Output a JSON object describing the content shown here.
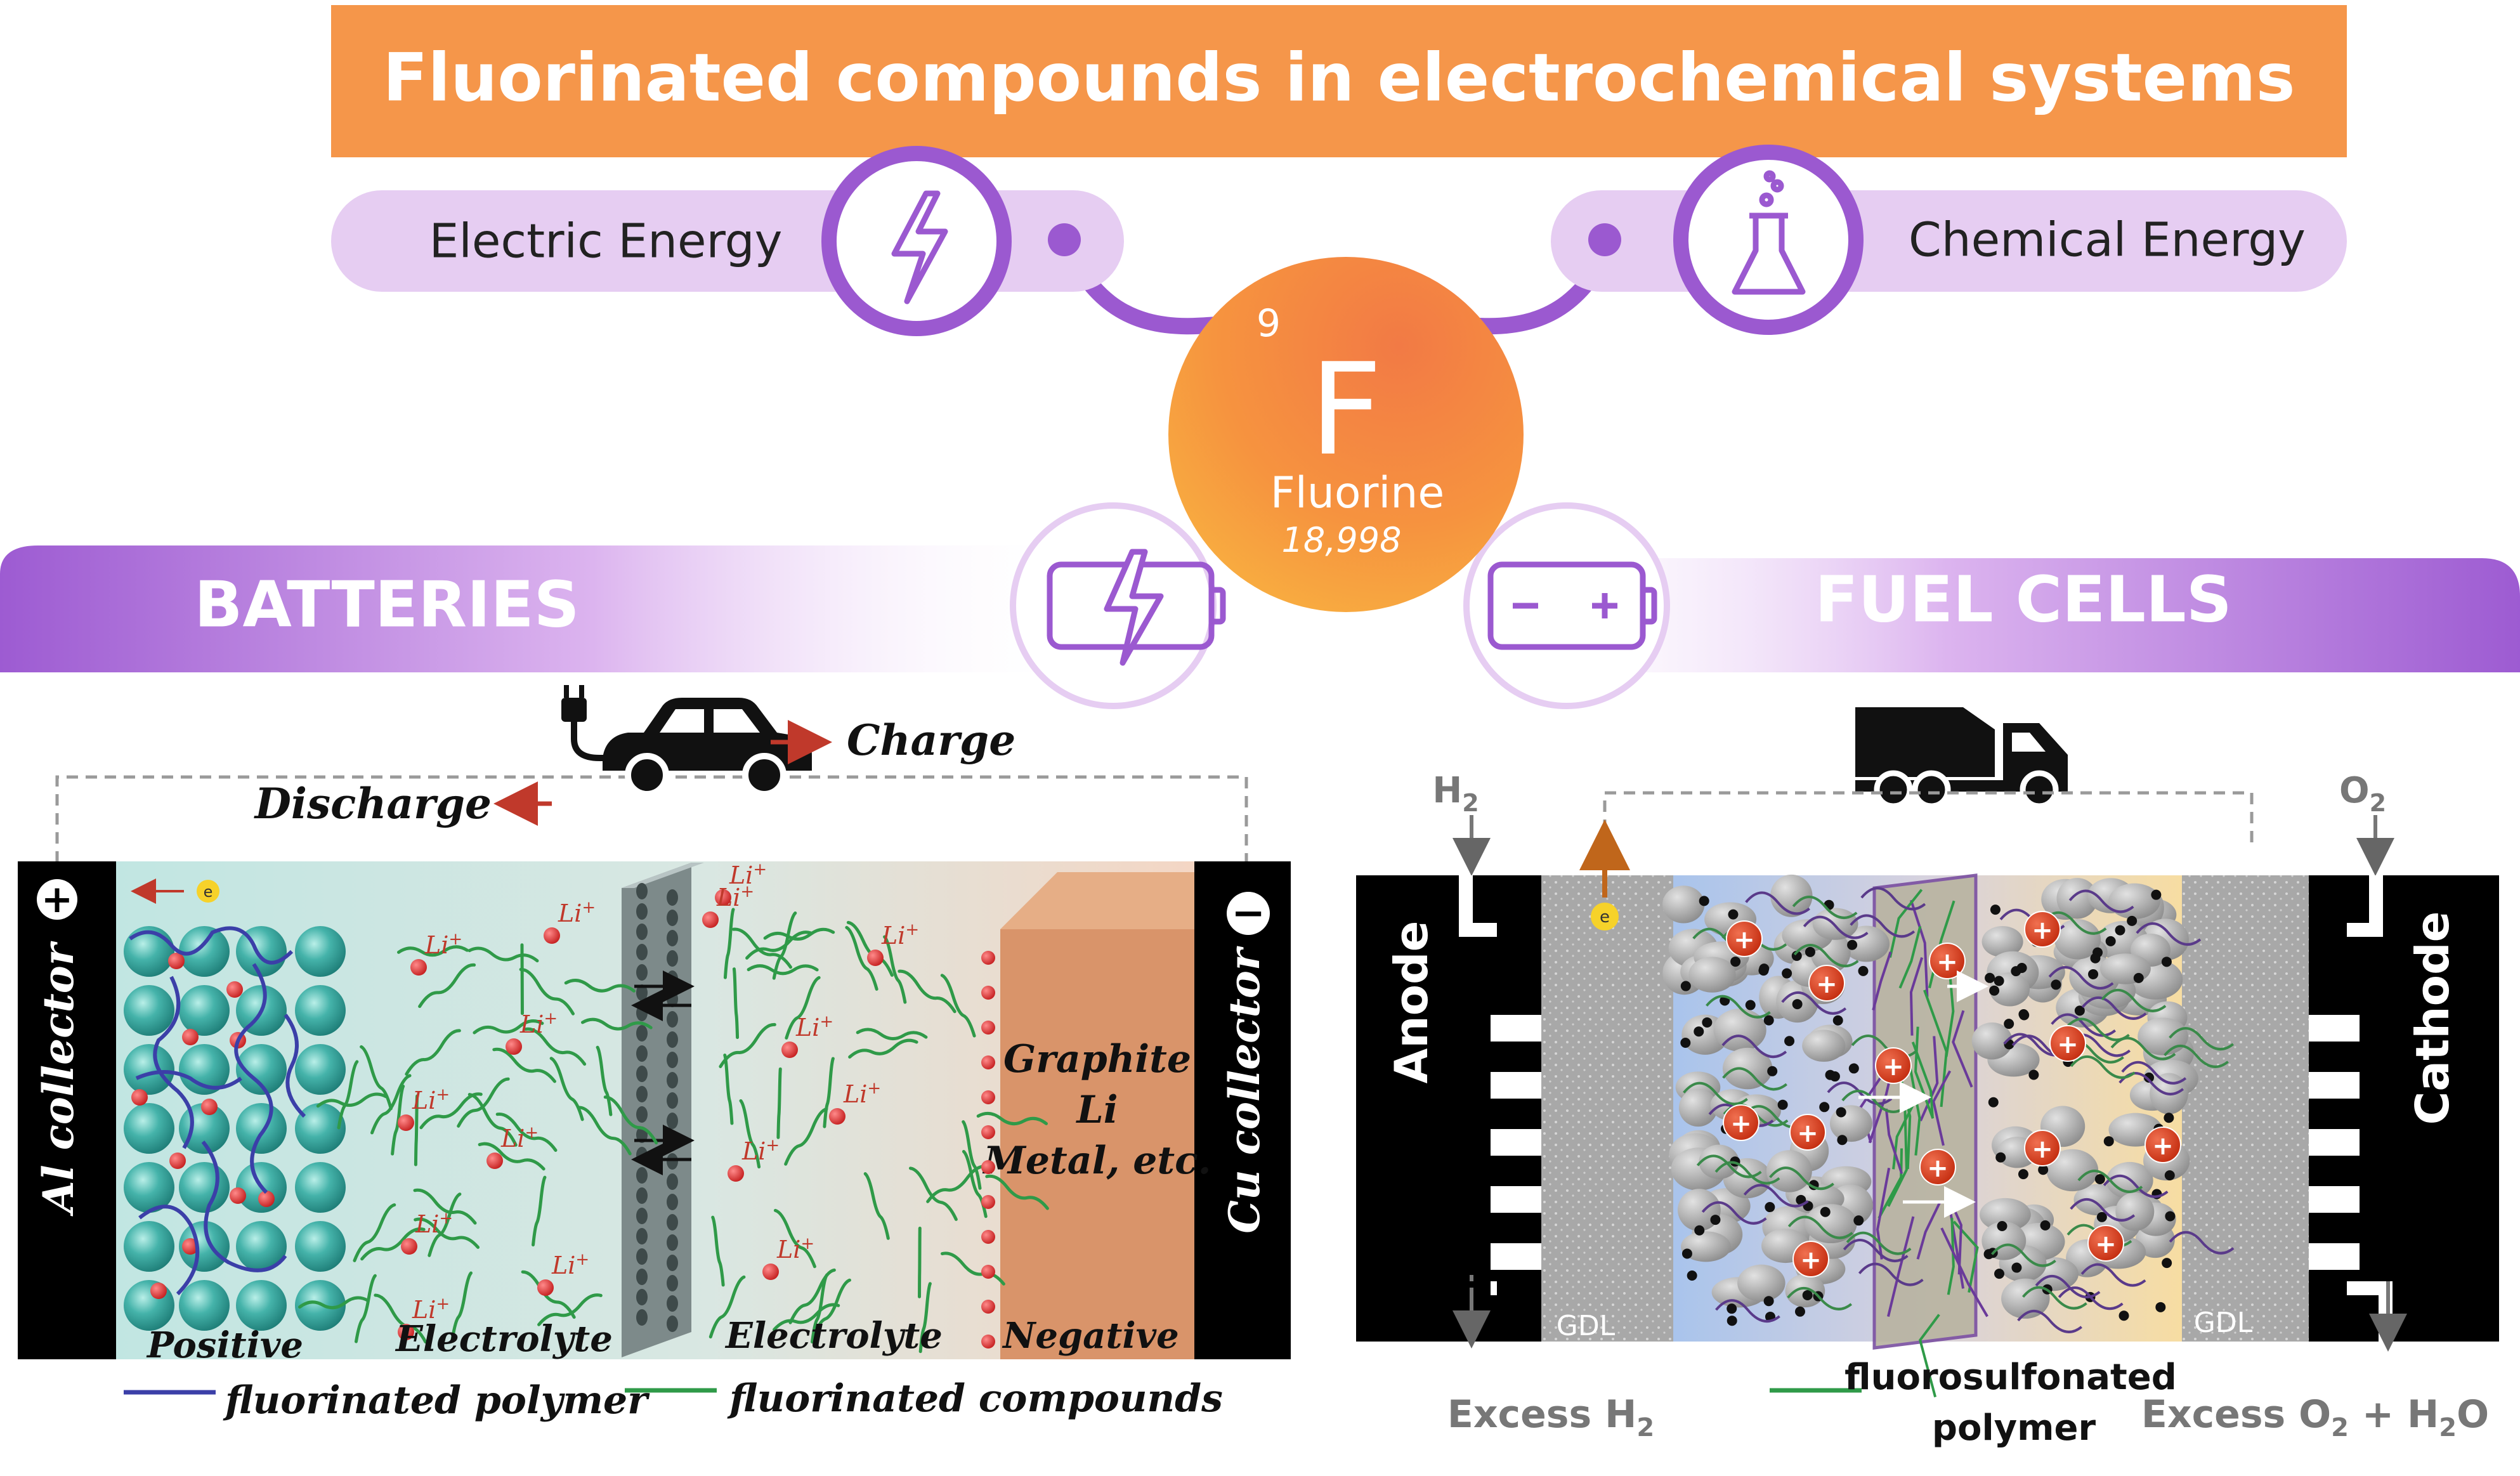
{
  "header": {
    "title": "Fluorinated compounds in electrochemical systems"
  },
  "energy": {
    "electric": "Electric Energy",
    "chemical": "Chemical Energy"
  },
  "element": {
    "number": "9",
    "symbol": "F",
    "name": "Fluorine",
    "mass": "18,998"
  },
  "sections": {
    "batteries": "BATTERIES",
    "fuel_cells": "FUEL CELLS"
  },
  "battery": {
    "charge": "Charge",
    "discharge": "Discharge",
    "electron": "e",
    "plus": "+",
    "minus": "−",
    "left_collector": "Al collector",
    "right_collector": "Cu collector",
    "ion_label": "Li",
    "ion_charge": "+",
    "anode_material": [
      "Graphite",
      "Li",
      "Metal, etc."
    ],
    "labels": {
      "positive": "Positive",
      "electrolyte_left": "Electrolyte",
      "electrolyte_right": "Electrolyte",
      "negative": "Negative"
    },
    "legend": {
      "polymer": "fluorinated polymer",
      "compounds": "fluorinated compounds"
    }
  },
  "fuel_cell": {
    "h2": "H",
    "h2_sub": "2",
    "o2": "O",
    "o2_sub": "2",
    "electron": "e",
    "anode": "Anode",
    "cathode": "Cathode",
    "gdl_left": "GDL",
    "gdl_right": "GDL",
    "excess_h2": "Excess H",
    "excess_h2_sub": "2",
    "excess_o2_a": "Excess O",
    "excess_o2_sub1": "2",
    "excess_o2_b": " + H",
    "excess_o2_sub2": "2",
    "excess_o2_c": "O",
    "legend_line1": "fluorosulfonated",
    "legend_line2": "polymer",
    "proton": "+"
  },
  "colors": {
    "orange": "#f5964a",
    "purple": "#9b59d0",
    "lavender": "#e6cdf2",
    "teal_bg": "#bfe3df",
    "graphite": "#d9946a",
    "polymer_blue": "#3b3fa8",
    "compound_green": "#2f9a48",
    "red_ion": "#d93a3a"
  }
}
